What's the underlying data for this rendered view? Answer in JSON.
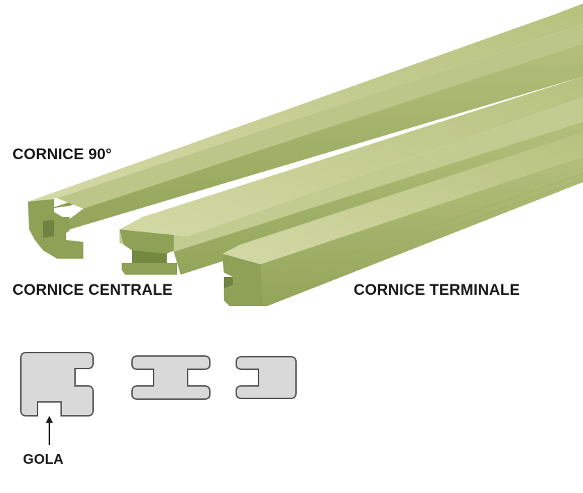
{
  "labels": {
    "cornice_90": "CORNICE 90°",
    "cornice_centrale": "CORNICE CENTRALE",
    "cornice_terminale": "CORNICE TERMINALE",
    "gola": "GOLA"
  },
  "colors": {
    "wood_top": "#c9d19a",
    "wood_side": "#a7b46f",
    "wood_end": "#8fa15a",
    "wood_dark": "#6f8440",
    "section_fill": "#d9d9d9",
    "section_stroke": "#555555",
    "text": "#1a1a1a"
  }
}
